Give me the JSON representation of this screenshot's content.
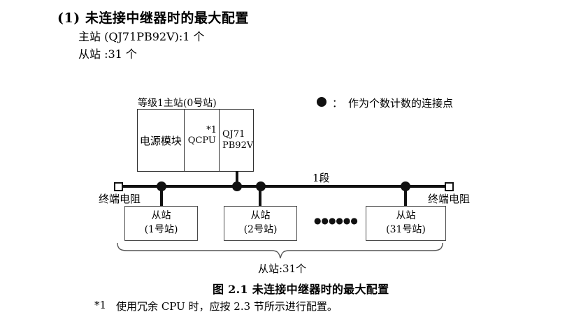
{
  "heading": {
    "title": "(1) 未连接中继器时的最大配置",
    "master_count": "主站 (QJ71PB92V):1 个",
    "slave_count": "从站 :31 个"
  },
  "legend": {
    "separator": "：",
    "text": "作为个数计数的连接点"
  },
  "master_station": {
    "label": "等级1主站(0号站)",
    "power_module": "电源模块",
    "cpu": "QCPU",
    "cpu_note_ref": "*1",
    "pb_module": "QJ71\nPB92V"
  },
  "bus": {
    "segment_label": "1段",
    "terminator_left_label": "终端电阻",
    "terminator_right_label": "终端电阻"
  },
  "slaves": {
    "stations": [
      {
        "line1": "从站",
        "line2": "(1号站)"
      },
      {
        "line1": "从站",
        "line2": "(2号站)"
      },
      {
        "line1": "从站",
        "line2": "(31号站)"
      }
    ],
    "ellipsis": "●●●●●●",
    "brace_label": "从站:31个"
  },
  "caption": "图 2.1 未连接中继器时的最大配置",
  "footnote": {
    "marker": "*1",
    "text": "使用冗余 CPU 时，应按 2.3 节所示进行配置。"
  },
  "colors": {
    "background": "#ffffff",
    "text": "#000000",
    "diagram_line": "#111111"
  }
}
